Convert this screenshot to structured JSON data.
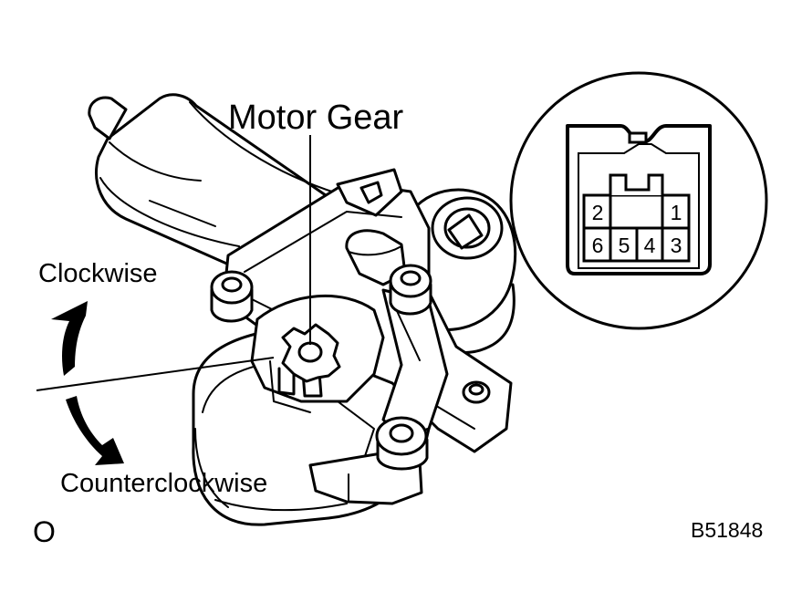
{
  "labels": {
    "motor_gear": "Motor Gear",
    "clockwise": "Clockwise",
    "counterclockwise": "Counterclockwise",
    "corner_mark": "O",
    "reference": "B51848"
  },
  "connector": {
    "top_row": [
      "2",
      "",
      "",
      "1"
    ],
    "bottom_row": [
      "6",
      "5",
      "4",
      "3"
    ]
  }
}
